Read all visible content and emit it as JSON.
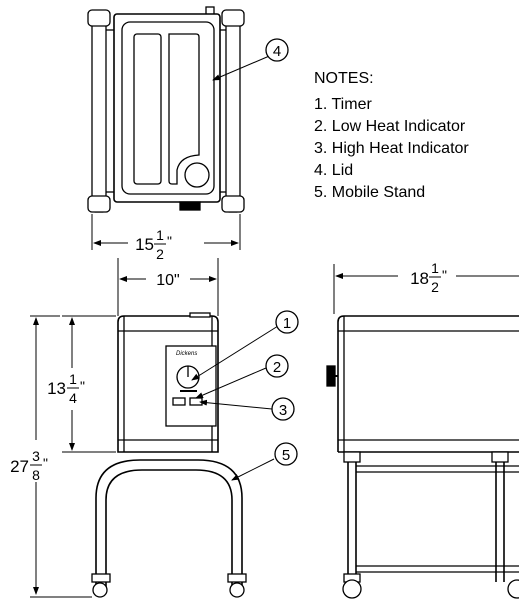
{
  "notes": {
    "title": "NOTES:",
    "items": [
      "1. Timer",
      "2. Low Heat Indicator",
      "3. High Heat Indicator",
      "4. Lid",
      "5. Mobile Stand"
    ]
  },
  "callouts": {
    "c1": "1",
    "c2": "2",
    "c3": "3",
    "c4": "4",
    "c5": "5"
  },
  "dimensions": {
    "top_width": {
      "whole": "15",
      "num": "1",
      "den": "2",
      "unit": "\""
    },
    "front_width": {
      "text": "10\""
    },
    "side_depth": {
      "whole": "18",
      "num": "1",
      "den": "2",
      "unit": "\""
    },
    "body_height": {
      "whole": "13",
      "num": "1",
      "den": "4",
      "unit": "\""
    },
    "total_height": {
      "whole": "27",
      "num": "3",
      "den": "8",
      "unit": "\""
    }
  },
  "panel": {
    "brand": "Dickens"
  }
}
